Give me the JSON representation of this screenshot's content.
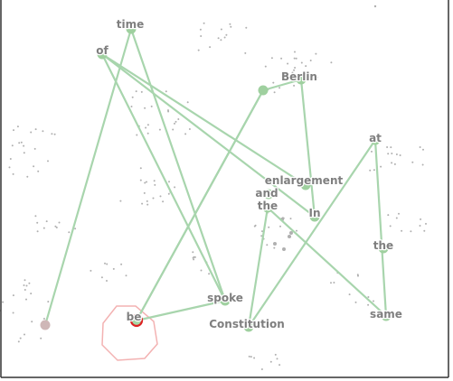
{
  "diagram": {
    "words": [
      {
        "id": "time",
        "label": "time",
        "color": "#9fd09f"
      },
      {
        "id": "of",
        "label": "of",
        "color": "#9fd09f"
      },
      {
        "id": "berlin",
        "label": "Berlin",
        "color": "#9fd09f"
      },
      {
        "id": "node_unlabeled",
        "label": "",
        "color": "#9fd09f"
      },
      {
        "id": "at",
        "label": "at",
        "color": "#9fd09f"
      },
      {
        "id": "enlargement",
        "label": "enlargement",
        "color": "#9fd09f"
      },
      {
        "id": "and",
        "label": "and",
        "color": "#9fd09f"
      },
      {
        "id": "the1",
        "label": "the",
        "color": "#9fd09f"
      },
      {
        "id": "in",
        "label": "In",
        "color": "#9fd09f"
      },
      {
        "id": "the2",
        "label": "the",
        "color": "#9fd09f"
      },
      {
        "id": "spoke",
        "label": "spoke",
        "color": "#9fd09f"
      },
      {
        "id": "constitution",
        "label": "Constitution",
        "color": "#9fd09f"
      },
      {
        "id": "same",
        "label": "same",
        "color": "#9fd09f"
      },
      {
        "id": "be",
        "label": "be",
        "color": "#9fd09f",
        "highlighted": true
      },
      {
        "id": "start",
        "label": "",
        "color": "#d2b8b8"
      }
    ],
    "path": [
      "start",
      "time",
      "spoke",
      "of",
      "in",
      "berlin",
      "node_unlabeled",
      "be",
      "spoke"
    ],
    "path2": [
      "be",
      "node_unlabeled"
    ],
    "path3": [
      "constitution",
      "the1",
      "same",
      "at",
      "constitution"
    ],
    "path4": [
      "of",
      "enlargement"
    ],
    "colors": {
      "edge": "#a8d5ad",
      "node": "#9fd09f",
      "highlight": "#dd2222",
      "highlight_fill": "#a6d7a6",
      "start": "#cfb7b7",
      "halo": "#f3b2b2",
      "dot": "#b0b0b0",
      "frame": "#333333"
    }
  }
}
